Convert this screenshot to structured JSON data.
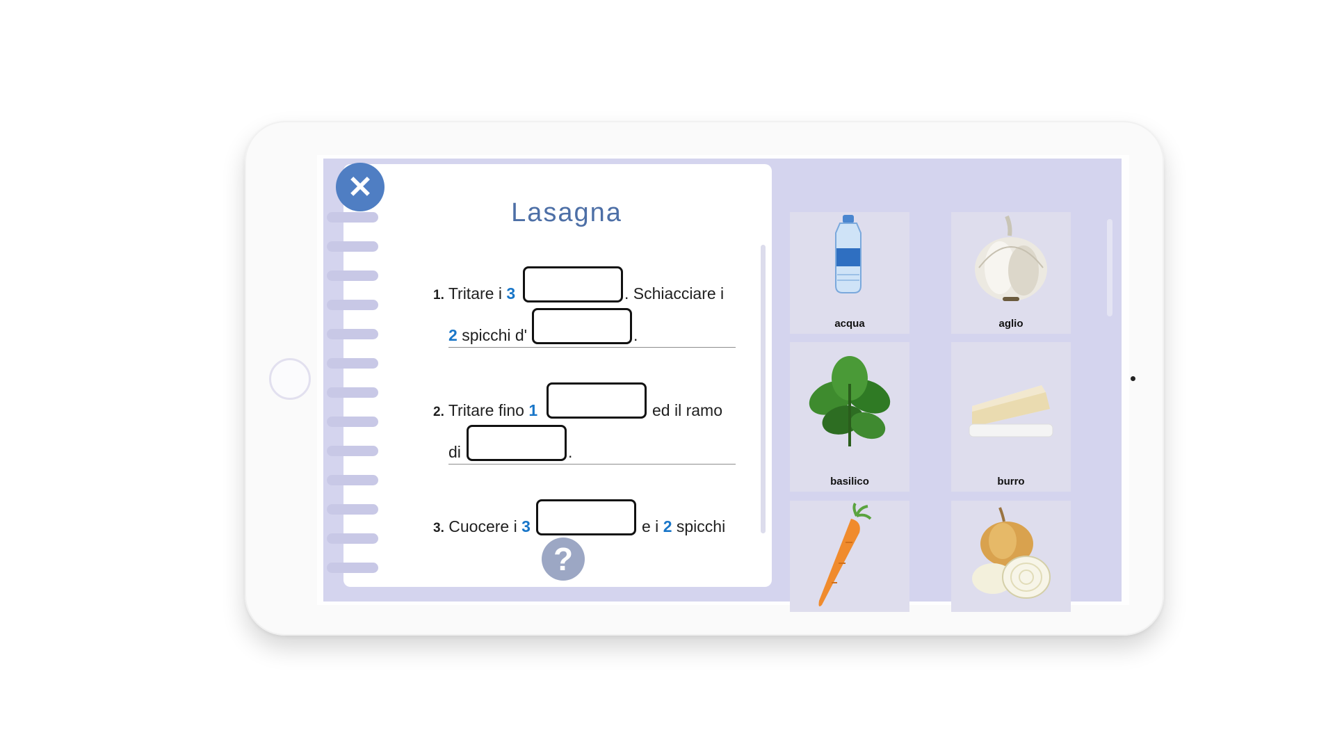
{
  "recipe": {
    "title": "Lasagna",
    "steps": [
      {
        "num": "1.",
        "a": "Tritare i",
        "a_qty": "3",
        "b": ". Schiacciare i",
        "c_qty": "2",
        "c": "spicchi d'",
        "d": "."
      },
      {
        "num": "2.",
        "a": "Tritare fino",
        "a_qty": "1",
        "b": "ed il ramo",
        "c": "di",
        "d": "."
      },
      {
        "num": "3.",
        "a": "Cuocere i",
        "a_qty": "3",
        "b": "e i",
        "b_qty": "2",
        "c": "spicchi"
      }
    ]
  },
  "buttons": {
    "close_icon": "✕",
    "help_icon": "?"
  },
  "ingredients": [
    {
      "label": "acqua",
      "icon": "water-bottle-icon"
    },
    {
      "label": "aglio",
      "icon": "garlic-icon"
    },
    {
      "label": "basilico",
      "icon": "basil-icon"
    },
    {
      "label": "burro",
      "icon": "butter-icon"
    },
    {
      "label": "",
      "icon": "carrot-icon"
    },
    {
      "label": "",
      "icon": "onion-icon"
    }
  ],
  "colors": {
    "accent": "#4f7ec3",
    "highlight_number": "#1976c8",
    "app_background": "#d4d4ee",
    "card_background": "#dedded"
  }
}
